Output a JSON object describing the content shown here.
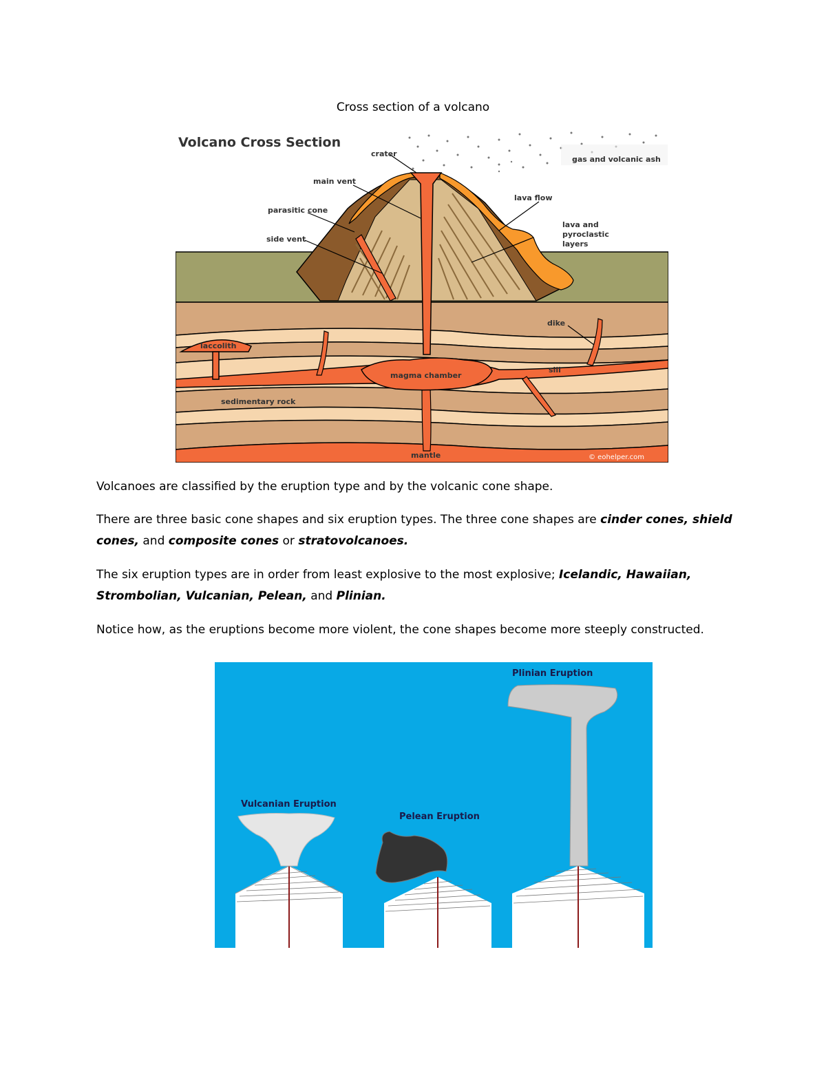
{
  "document": {
    "title": "Cross section of a volcano"
  },
  "figure1": {
    "heading": "Volcano Cross Section",
    "labels": {
      "crater": "crater",
      "gas_ash": "gas and volcanic ash",
      "main_vent": "main vent",
      "lava_flow": "lava flow",
      "parasitic_cone": "parasitic cone",
      "lava_layers_1": "lava and",
      "lava_layers_2": "pyroclastic",
      "lava_layers_3": "layers",
      "side_vent": "side vent",
      "dike": "dike",
      "laccolith": "laccolith",
      "sill": "sill",
      "magma_chamber": "magma chamber",
      "sedimentary_rock": "sedimentary rock",
      "mantle": "mantle",
      "credit": "© eohelper.com"
    }
  },
  "paragraphs": {
    "p1": "Volcanoes are classified by the eruption type and by the volcanic cone shape.",
    "p2_a": "There are three basic cone shapes and six eruption types. The three cone shapes are ",
    "p2_b": "cinder cones, shield cones,",
    "p2_c": " and ",
    "p2_d": "composite cones",
    "p2_e": " or ",
    "p2_f": "stratovolcanoes.",
    "p3_a": "The six eruption types are in order from least explosive to the most explosive; ",
    "p3_b": "Icelandic, Hawaiian, Strombolian, Vulcanian, Pelean,",
    "p3_c": " and ",
    "p3_d": "Plinian.",
    "p4": "Notice how, as the eruptions become more violent, the cone shapes become more steeply constructed."
  },
  "figure2": {
    "labels": {
      "vulcanian": "Vulcanian Eruption",
      "pelean": "Pelean Eruption",
      "plinian": "Plinian Eruption"
    }
  },
  "colors": {
    "sky": "#08a9e6",
    "magma": "#f26a3a",
    "sediment_dark": "#d5a77d",
    "sediment_light": "#f6d6ae",
    "ground": "#a0a06a",
    "lava_flow": "#f8992c"
  }
}
